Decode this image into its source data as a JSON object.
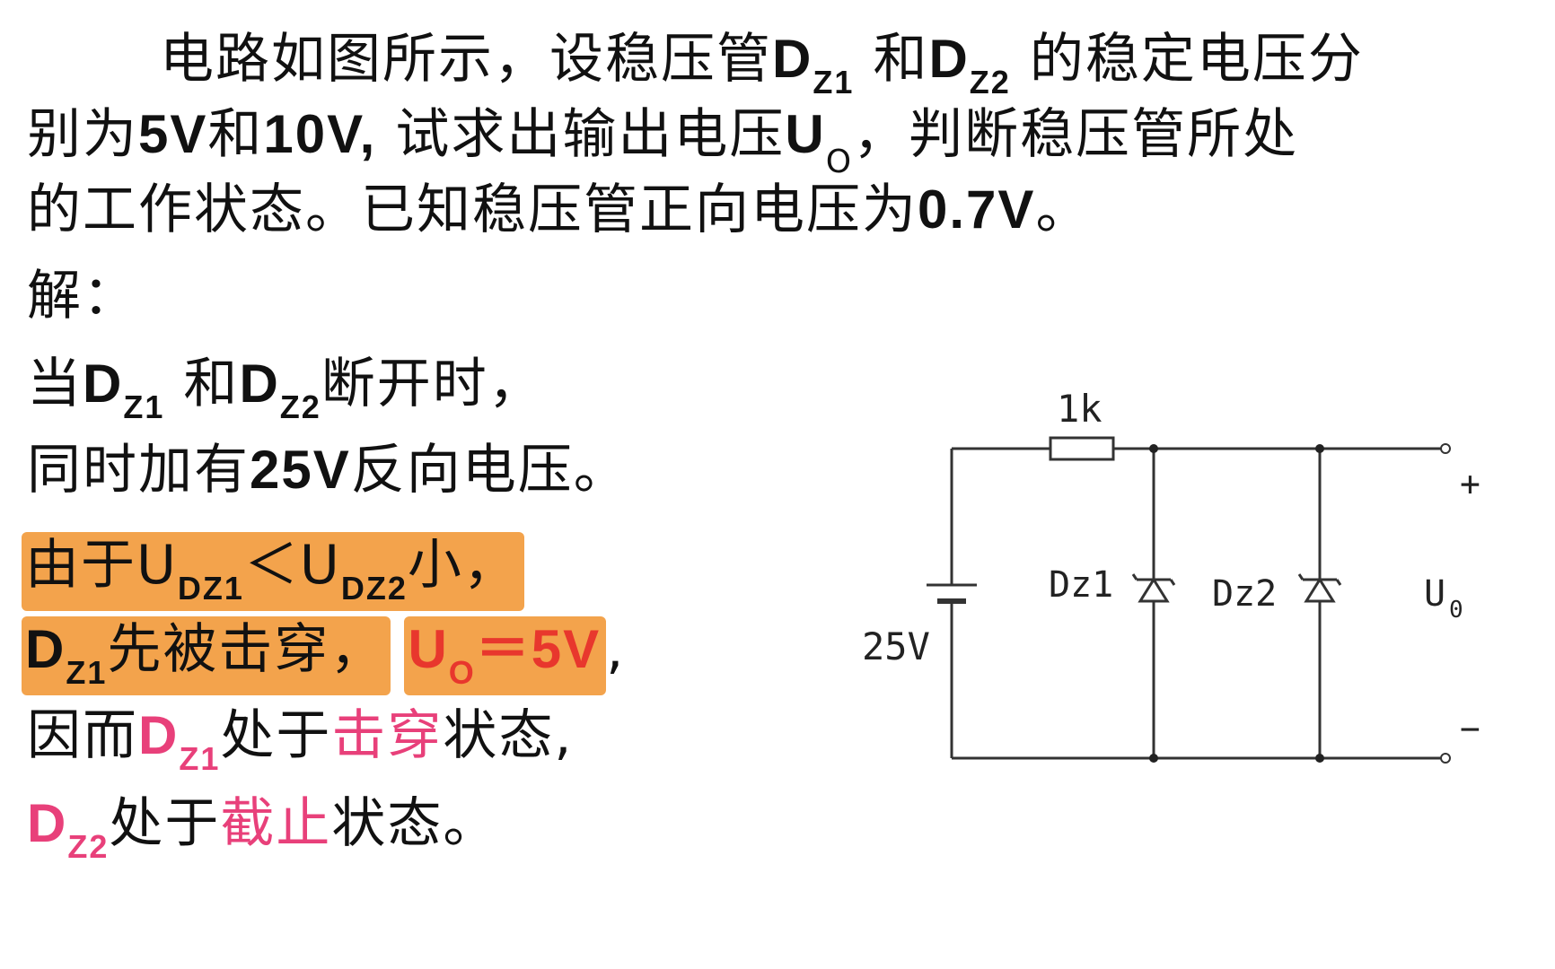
{
  "problem": {
    "line1_pre": "电路如图所示，设稳压管",
    "dz1_d": "D",
    "dz1_sub": "Z1",
    "line1_and": "和",
    "dz2_d": "D",
    "dz2_sub": "Z2",
    "line1_post": "的稳定电压分",
    "line2_a": "别为",
    "v5": "5V",
    "line2_b": "和",
    "v10": "10V,",
    "line2_c": " 试求出输出电压",
    "uo_u": "U",
    "uo_sub": "O",
    "line2_d": "，判断稳压管所处",
    "line3_a": "的工作状态。已知稳压管正向电压为",
    "v07": "0.7V",
    "line3_b": "。"
  },
  "solution": {
    "label": "解：",
    "s1_a": "当",
    "s1_d1": "D",
    "s1_d1sub": "Z1",
    "s1_and": " 和",
    "s1_d2": "D",
    "s1_d2sub": "Z2",
    "s1_b": "断开时，",
    "s2_a": "同时加有",
    "s2_v": "25V",
    "s2_b": "反向电压。",
    "s3_a": "由于U",
    "s3_sub1": "DZ1",
    "s3_mid": "＜U",
    "s3_sub2": "DZ2",
    "s3_b": "小，",
    "s4_d": "D",
    "s4_sub": "Z1",
    "s4_a": "先被击穿，",
    "s4_u": "U",
    "s4_usub": "O",
    "s4_eq": "＝5V",
    "s4_b": ",",
    "s5_a": "因而",
    "s5_d": "D",
    "s5_sub": "Z1",
    "s5_b": "处于",
    "s5_state": "击穿",
    "s5_c": "状态,",
    "s6_d": "D",
    "s6_sub": "Z2",
    "s6_b": "处于",
    "s6_state": "截止",
    "s6_c": "状态。"
  },
  "circuit": {
    "resistor_label": "1k",
    "source_label": "25V",
    "dz1_label": "Dz1",
    "dz2_label": "Dz2",
    "output_label": "U",
    "output_sub": "0",
    "plus": "+",
    "minus": "−"
  },
  "colors": {
    "highlight": "#f3a34c",
    "red": "#e8372d",
    "pink": "#e8407a"
  }
}
